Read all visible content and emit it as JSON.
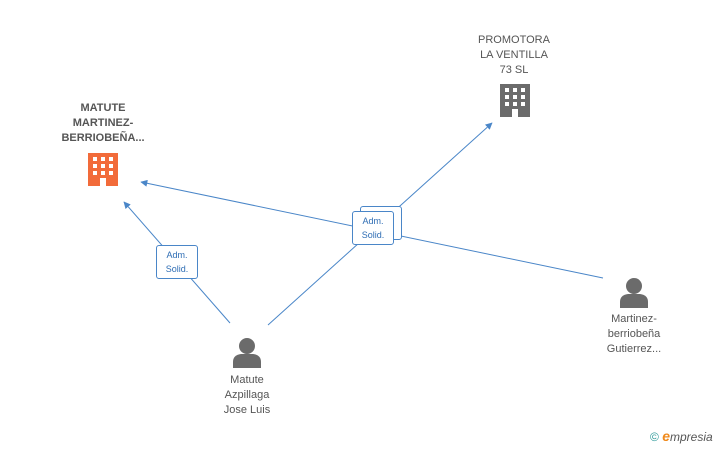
{
  "nodes": {
    "matute_company": {
      "label_lines": [
        "MATUTE",
        "MARTINEZ-",
        "BERRIOBEÑA..."
      ],
      "kind": "company",
      "highlighted": true,
      "color": "#f26b3a"
    },
    "promotora": {
      "label_lines": [
        "PROMOTORA",
        "LA VENTILLA",
        "73 SL"
      ],
      "kind": "company",
      "color": "#6b6b6b"
    },
    "matute_person": {
      "label_lines": [
        "Matute",
        "Azpillaga",
        "Jose Luis"
      ],
      "kind": "person",
      "color": "#6b6b6b"
    },
    "martinez_person": {
      "label_lines": [
        "Martinez-",
        "berriobeña",
        "Gutierrez..."
      ],
      "kind": "person",
      "color": "#6b6b6b"
    }
  },
  "edges": [
    {
      "from": "matute_person",
      "to": "matute_company",
      "badge_lines": [
        "Adm.",
        "Solid."
      ]
    },
    {
      "from": "matute_person",
      "to": "promotora",
      "badge_lines": [
        "Adm.",
        "Solid."
      ]
    },
    {
      "from": "martinez_person",
      "to": "matute_company",
      "badge_lines": [
        "Adm.",
        "Solid."
      ]
    }
  ],
  "colors": {
    "edge": "#4a86c8",
    "badge_text": "#2e6db4"
  },
  "footer": {
    "copyright": "©",
    "brand_e": "e",
    "brand_rest": "mpresia"
  }
}
